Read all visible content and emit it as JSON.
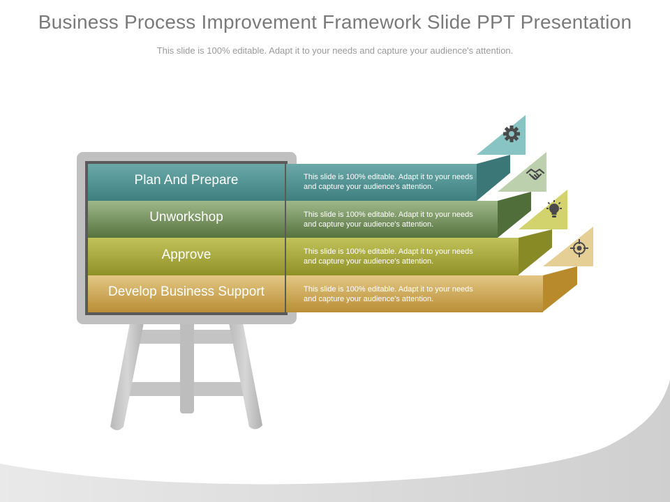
{
  "slide": {
    "title": "Business Process Improvement Framework Slide PPT Presentation",
    "subtitle": "This slide is 100% editable. Adapt it to your needs and capture your audience's attention."
  },
  "steps": [
    {
      "label": "Plan And Prepare",
      "description": "This slide is 100% editable. Adapt it to your needs and capture your audience's attention.",
      "icon": "gear-icon",
      "color": "#4f9090"
    },
    {
      "label": "Unworkshop",
      "description": "This slide is 100% editable. Adapt it to your needs and capture your audience's attention.",
      "icon": "handshake-icon",
      "color": "#6e8a4e"
    },
    {
      "label": "Approve",
      "description": "This slide is 100% editable. Adapt it to your needs and capture your audience's attention.",
      "icon": "lightbulb-icon",
      "color": "#a3a435"
    },
    {
      "label": "Develop Business Support",
      "description": "This slide is 100% editable. Adapt it to your needs and capture your audience's attention.",
      "icon": "target-icon",
      "color": "#c9a24c"
    }
  ]
}
